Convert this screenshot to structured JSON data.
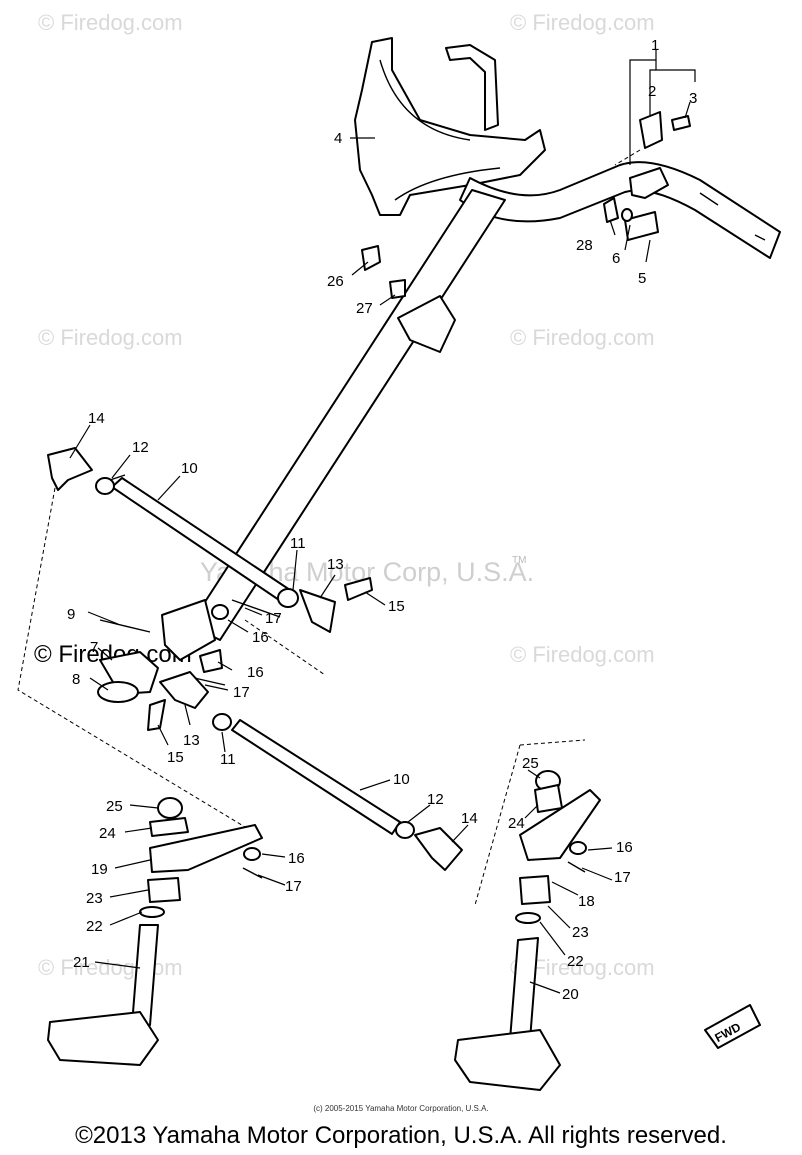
{
  "watermarks": {
    "firedog": "© Firedog.com",
    "center": "Yamaha Motor Corp, U.S.A.",
    "tm": "TM"
  },
  "fwd_label": "FWD",
  "part_numbers": {
    "p1": "1",
    "p2": "2",
    "p3": "3",
    "p4": "4",
    "p5": "5",
    "p6": "6",
    "p26": "26",
    "p27": "27",
    "p28": "28",
    "p14a": "14",
    "p12a": "12",
    "p10a": "10",
    "p11a": "11",
    "p13a": "13",
    "p15a": "15",
    "p17a": "17",
    "p16a": "16",
    "p9": "9",
    "p7": "7",
    "p8": "8",
    "p16b": "16",
    "p17b": "17",
    "p13b": "13",
    "p15b": "15",
    "p11b": "11",
    "p10b": "10",
    "p12b": "12",
    "p14b": "14",
    "p25a": "25",
    "p24a": "24",
    "p19": "19",
    "p16c": "16",
    "p23a": "23",
    "p17c": "17",
    "p22a": "22",
    "p21": "21",
    "p25b": "25",
    "p24b": "24",
    "p16d": "16",
    "p18": "18",
    "p17d": "17",
    "p23b": "23",
    "p22b": "22",
    "p20": "20"
  },
  "footer": {
    "small": "(c) 2005-2015 Yamaha Motor Corporation, U.S.A.",
    "copyright": "©2013 Yamaha Motor Corporation, U.S.A. All rights reserved."
  }
}
